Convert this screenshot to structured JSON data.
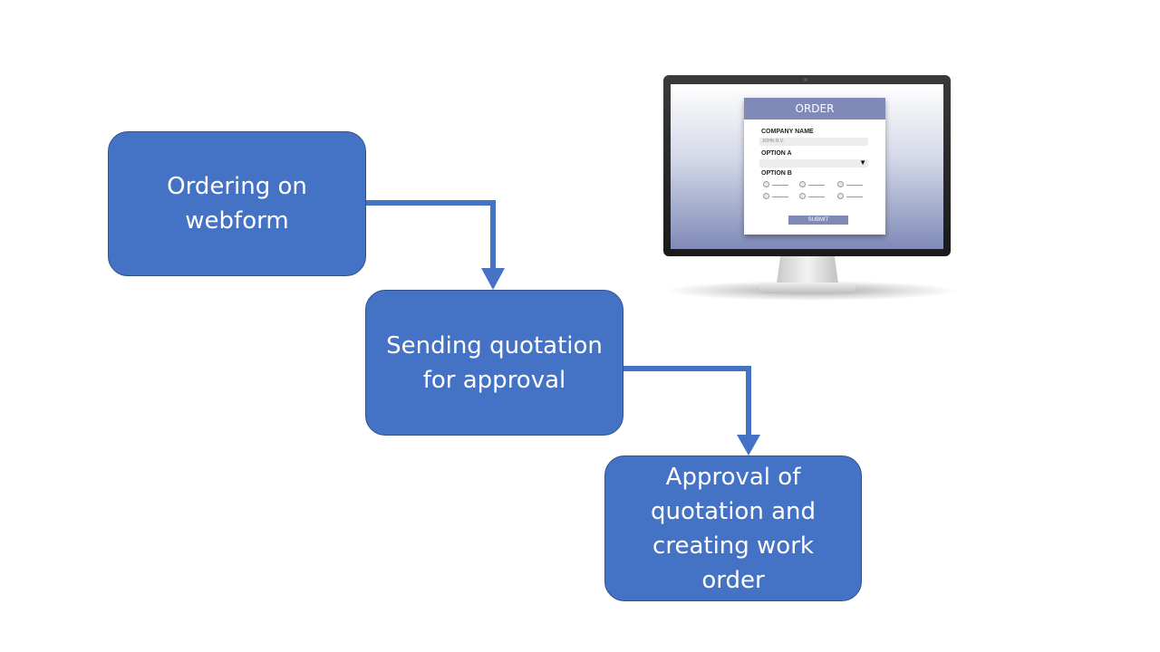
{
  "flow": {
    "step1": {
      "lines": [
        "Ordering on",
        "webform"
      ]
    },
    "step2": {
      "lines": [
        "Sending quotation",
        "for approval"
      ]
    },
    "step3": {
      "lines": [
        "Approval of",
        "quotation and",
        "creating work",
        "order"
      ]
    }
  },
  "illustration": {
    "form_title": "ORDER",
    "company_label": "COMPANY NAME",
    "company_value": "JOHN B.V.",
    "option_a_label": "OPTION A",
    "option_b_label": "OPTION B",
    "submit_label": "SUBMIT"
  },
  "colors": {
    "box_fill": "#4472c4",
    "box_border": "#2f528f",
    "form_accent": "#7f8ab8"
  }
}
